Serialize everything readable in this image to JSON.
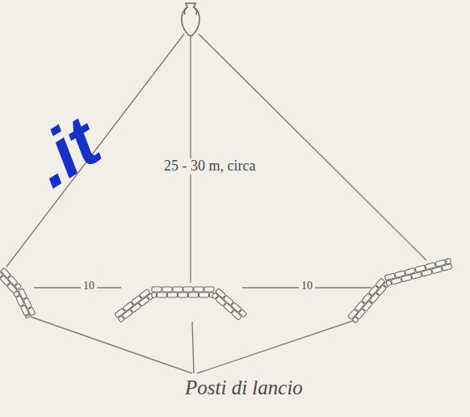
{
  "diagram": {
    "labels": [
      "25 - 30 m, circa",
      "10",
      "10",
      "Posti di lancio",
      ".it"
    ]
  }
}
